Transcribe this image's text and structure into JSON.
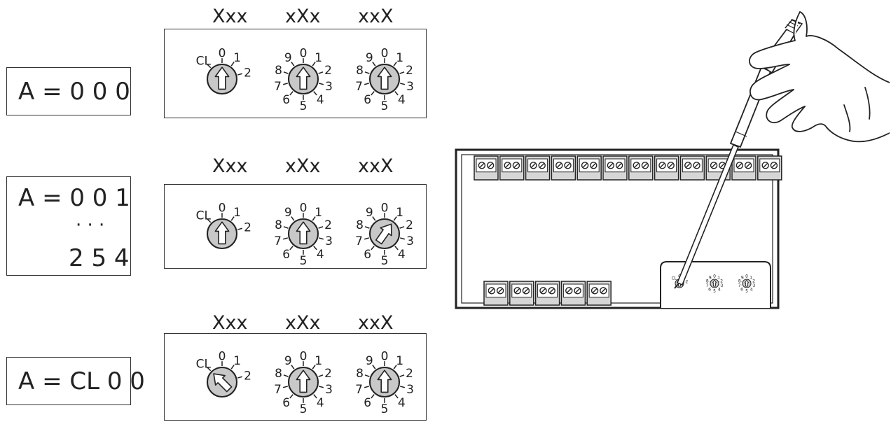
{
  "column_labels": [
    "Xxx",
    "xXx",
    "xxX"
  ],
  "dial_markings": {
    "hundreds": [
      "CL",
      "0",
      "1",
      "2"
    ],
    "decade": [
      "0",
      "1",
      "2",
      "3",
      "4",
      "5",
      "6",
      "7",
      "8",
      "9"
    ]
  },
  "rows": [
    {
      "address_lines": [
        "A = 0 0 0"
      ],
      "dial_positions": [
        "0",
        "0",
        "0"
      ]
    },
    {
      "address_lines": [
        "A = 0 0 1",
        "· · ·",
        "2 5 4"
      ],
      "dial_positions": [
        "0",
        "0",
        "1"
      ]
    },
    {
      "address_lines": [
        "A = CL 0 0"
      ],
      "dial_positions": [
        "CL",
        "0",
        "0"
      ]
    }
  ],
  "device": {
    "top_terminal_count": 12,
    "bottom_terminal_count": 5,
    "dial_positions": [
      "0",
      "0",
      "0"
    ]
  },
  "colors": {
    "knob_fill": "#c8c8c8",
    "line": "#222222",
    "terminal_fill": "#d6d6d6"
  }
}
